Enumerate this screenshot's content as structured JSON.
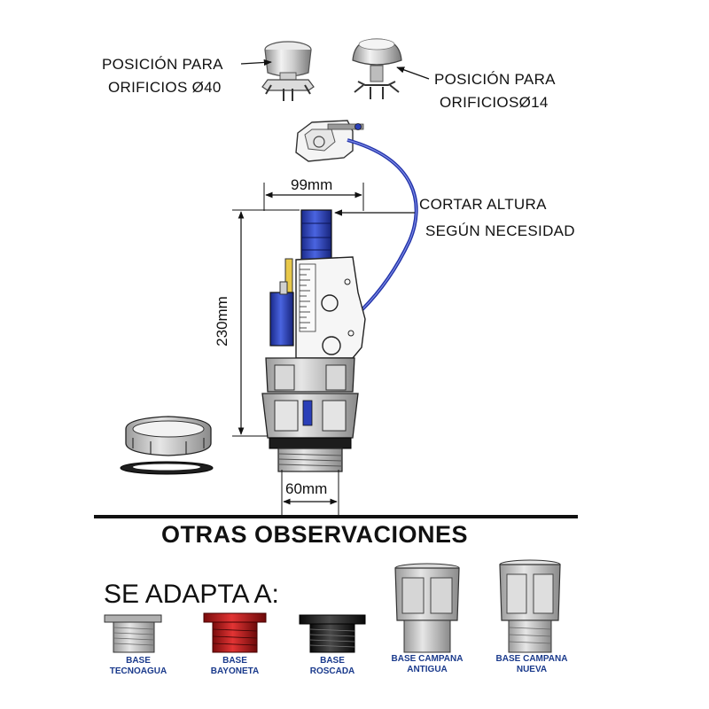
{
  "labels": {
    "position_40_line1": "POSICIÓN PARA",
    "position_40_line2": "ORIFICIOS Ø40",
    "position_14_line1": "POSICIÓN PARA",
    "position_14_line2": "ORIFICIOSØ14",
    "cut_line1": "CORTAR ALTURA",
    "cut_line2": "SEGÚN NECESIDAD"
  },
  "dimensions": {
    "width_top": "99mm",
    "height": "230mm",
    "width_bottom": "60mm"
  },
  "section": {
    "heading": "OTRAS OBSERVACIONES",
    "adapts_to": "SE ADAPTA A:"
  },
  "bases": [
    {
      "line1": "BASE",
      "line2": "TECNOAGUA",
      "color": "#9a9a9a"
    },
    {
      "line1": "BASE",
      "line2": "BAYONETA",
      "color": "#c81e1e"
    },
    {
      "line1": "BASE",
      "line2": "ROSCADA",
      "color": "#1c1c1c"
    },
    {
      "line1": "BASE CAMPANA",
      "line2": "ANTIGUA",
      "color": "#a8a8a8"
    },
    {
      "line1": "BASE CAMPANA",
      "line2": "NUEVA",
      "color": "#b8b8b8"
    }
  ],
  "colors": {
    "caption_blue": "#1a3a8c",
    "cable_blue": "#2233aa",
    "valve_blue": "#2a3fb8"
  }
}
